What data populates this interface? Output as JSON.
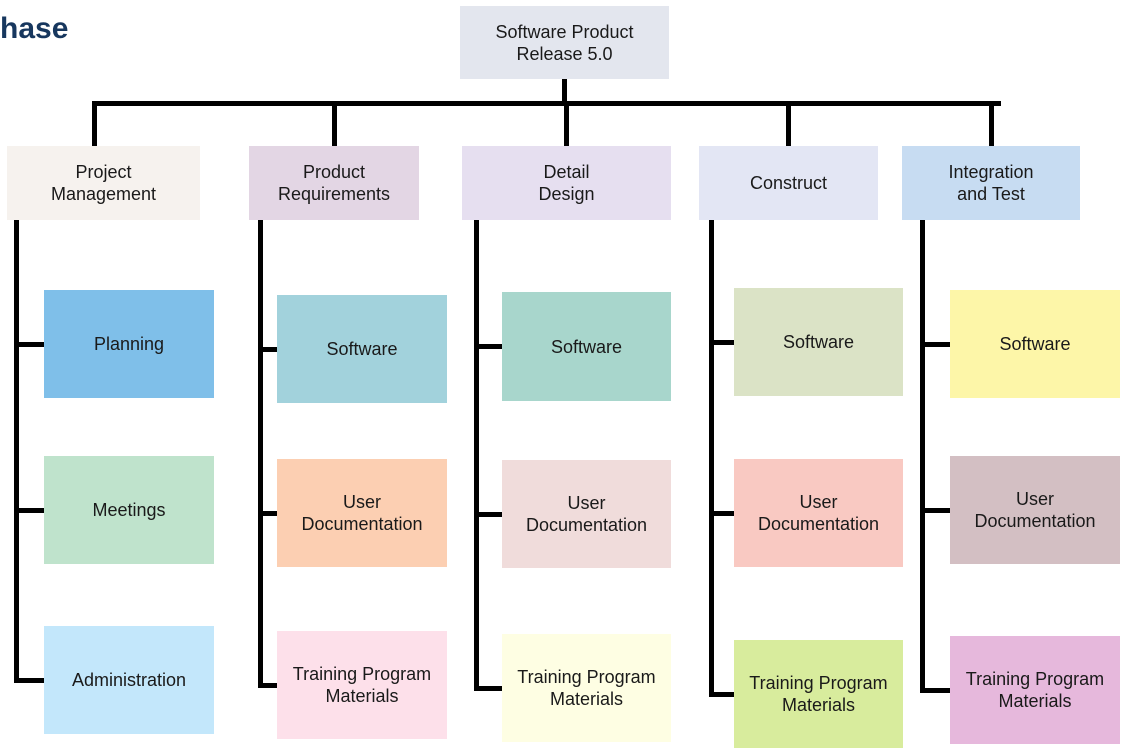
{
  "heading": {
    "text": "hase"
  },
  "root": {
    "label": "Software Product\nRelease 5.0",
    "color": "#e3e6ee"
  },
  "columns": [
    {
      "label": "Project\nManagement",
      "color": "#f6f2ee",
      "items": [
        {
          "label": "Planning",
          "color": "#7fbfe9"
        },
        {
          "label": "Meetings",
          "color": "#bfe3cc"
        },
        {
          "label": "Administration",
          "color": "#c3e7fb"
        }
      ]
    },
    {
      "label": "Product\nRequirements",
      "color": "#e3d6e4",
      "items": [
        {
          "label": "Software",
          "color": "#a2d2dc"
        },
        {
          "label": "User\nDocumentation",
          "color": "#fccfb2"
        },
        {
          "label": "Training Program\nMaterials",
          "color": "#fde0ea"
        }
      ]
    },
    {
      "label": "Detail\nDesign",
      "color": "#e6dff0",
      "items": [
        {
          "label": "Software",
          "color": "#a8d6cc"
        },
        {
          "label": "User\nDocumentation",
          "color": "#f0dcdb"
        },
        {
          "label": "Training Program\nMaterials",
          "color": "#fefee3"
        }
      ]
    },
    {
      "label": "Construct",
      "color": "#e3e6f4",
      "items": [
        {
          "label": "Software",
          "color": "#dbe3c6"
        },
        {
          "label": "User\nDocumentation",
          "color": "#f9c9c2"
        },
        {
          "label": "Training Program\nMaterials",
          "color": "#d8ec9d"
        }
      ]
    },
    {
      "label": "Integration\nand Test",
      "color": "#c7dcf2",
      "items": [
        {
          "label": "Software",
          "color": "#fdf6a8"
        },
        {
          "label": "User\nDocumentation",
          "color": "#d3bfc3"
        },
        {
          "label": "Training Program\nMaterials",
          "color": "#e6b8dc"
        }
      ]
    }
  ]
}
